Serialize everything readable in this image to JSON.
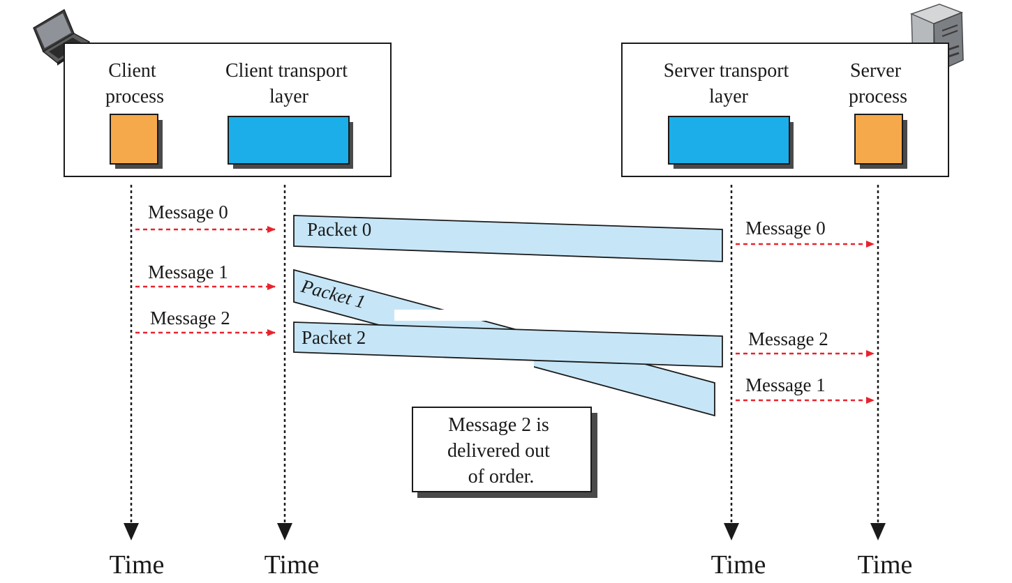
{
  "colors": {
    "process": "#f6a94b",
    "transport": "#1caee8",
    "packet": "#c6e6f7",
    "arrow": "#e8232e",
    "shadow": "#4a4a4a",
    "line": "#1a1a1a"
  },
  "icons": {
    "client": "laptop-icon",
    "server": "server-tower-icon"
  },
  "client": {
    "process_label": [
      "Client",
      "process"
    ],
    "transport_label": [
      "Client transport",
      "layer"
    ]
  },
  "server": {
    "transport_label": [
      "Server transport",
      "layer"
    ],
    "process_label": [
      "Server",
      "process"
    ]
  },
  "client_messages": [
    "Message 0",
    "Message 1",
    "Message 2"
  ],
  "packets": [
    "Packet 0",
    "Packet 1",
    "Packet 2"
  ],
  "server_messages": [
    "Message 0",
    "Message 2",
    "Message 1"
  ],
  "note": [
    "Message 2 is",
    "delivered out",
    "of order."
  ],
  "time_labels": [
    "Time",
    "Time",
    "Time",
    "Time"
  ]
}
